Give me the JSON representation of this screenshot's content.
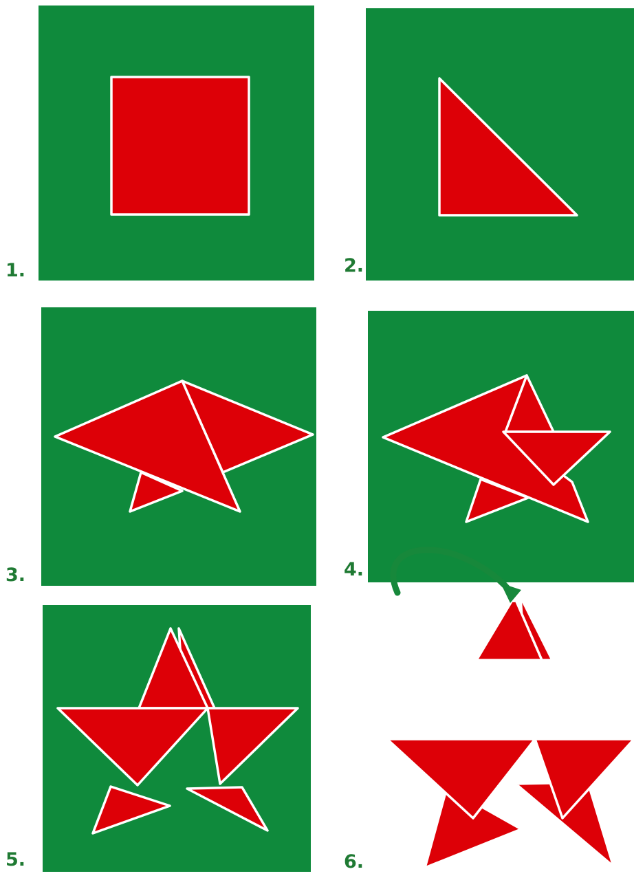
{
  "colors": {
    "background": "#0f8a3c",
    "paper": "#dd0007",
    "crease": "#ffffff",
    "label": "#1f7a33",
    "arrow": "#17883b"
  },
  "steps": [
    {
      "label": "1."
    },
    {
      "label": "2."
    },
    {
      "label": "3."
    },
    {
      "label": "4."
    },
    {
      "label": "5."
    },
    {
      "label": "6."
    }
  ]
}
